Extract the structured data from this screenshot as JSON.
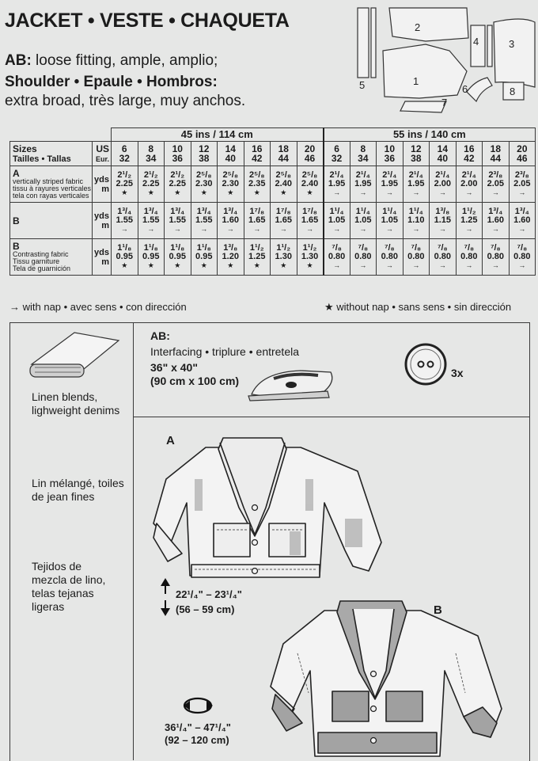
{
  "header": {
    "title": "JACKET • VESTE • CHAQUETA",
    "ab_label": "AB:",
    "ab_desc": " loose fitting, ample, amplio;",
    "shoulder_label": "Shoulder • Epaule • Hombros:",
    "shoulder_desc": "extra broad, très large, muy anchos."
  },
  "pattern_pieces": [
    "1",
    "2",
    "3",
    "4",
    "5",
    "6",
    "7",
    "8"
  ],
  "table": {
    "width_45": "45 ins / 114 cm",
    "width_55": "55 ins / 140 cm",
    "sizes_label": "Sizes",
    "sizes_label_fr_es": "Tailles • Tallas",
    "us_label": "US",
    "eur_label": "Eur.",
    "us_sizes": [
      "6",
      "8",
      "10",
      "12",
      "14",
      "16",
      "18",
      "20",
      "6",
      "8",
      "10",
      "12",
      "14",
      "16",
      "18",
      "20"
    ],
    "eur_sizes": [
      "32",
      "34",
      "36",
      "38",
      "40",
      "42",
      "44",
      "46",
      "32",
      "34",
      "36",
      "38",
      "40",
      "42",
      "44",
      "46"
    ],
    "yds_label": "yds",
    "m_label": "m",
    "rows": [
      {
        "view": "A",
        "desc_en": "vertically striped fabric",
        "desc_fr": "tissu à rayures verticales",
        "desc_es": "tela con rayas verticales",
        "yds": [
          "2¹/₂",
          "2¹/₂",
          "2¹/₂",
          "2⁵/₈",
          "2⁵/₈",
          "2⁵/₈",
          "2⁵/₈",
          "2⁵/₈",
          "2¹/₄",
          "2¹/₄",
          "2¹/₄",
          "2¹/₄",
          "2¹/₄",
          "2¹/₄",
          "2³/₈",
          "2³/₈"
        ],
        "m": [
          "2.25",
          "2.25",
          "2.25",
          "2.30",
          "2.30",
          "2.35",
          "2.40",
          "2.40",
          "1.95",
          "1.95",
          "1.95",
          "1.95",
          "2.00",
          "2.00",
          "2.05",
          "2.05"
        ],
        "marks": [
          "★",
          "★",
          "★",
          "★",
          "★",
          "★",
          "★",
          "★",
          "→",
          "→",
          "→",
          "→",
          "→",
          "→",
          "→",
          "→"
        ]
      },
      {
        "view": "B",
        "desc_en": "",
        "desc_fr": "",
        "desc_es": "",
        "yds": [
          "1³/₄",
          "1³/₄",
          "1³/₄",
          "1³/₄",
          "1³/₄",
          "1⁷/₈",
          "1⁷/₈",
          "1⁷/₈",
          "1¹/₄",
          "1¹/₄",
          "1¹/₄",
          "1¹/₄",
          "1³/₈",
          "1¹/₂",
          "1³/₄",
          "1³/₄"
        ],
        "m": [
          "1.55",
          "1.55",
          "1.55",
          "1.55",
          "1.60",
          "1.65",
          "1.65",
          "1.65",
          "1.05",
          "1.05",
          "1.05",
          "1.10",
          "1.15",
          "1.25",
          "1.60",
          "1.60"
        ],
        "marks": [
          "→",
          "→",
          "→",
          "→",
          "→",
          "→",
          "→",
          "→",
          "→",
          "→",
          "→",
          "→",
          "→",
          "→",
          "→",
          "→"
        ]
      },
      {
        "view": "B",
        "desc_en": "Contrasting fabric",
        "desc_fr": "Tissu garniture",
        "desc_es": "Tela de guarnición",
        "yds": [
          "1¹/₈",
          "1¹/₈",
          "1¹/₈",
          "1¹/₈",
          "1³/₈",
          "1¹/₂",
          "1¹/₂",
          "1¹/₂",
          "⁷/₈",
          "⁷/₈",
          "⁷/₈",
          "⁷/₈",
          "⁷/₈",
          "⁷/₈",
          "⁷/₈",
          "⁷/₈"
        ],
        "m": [
          "0.95",
          "0.95",
          "0.95",
          "0.95",
          "1.20",
          "1.25",
          "1.30",
          "1.30",
          "0.80",
          "0.80",
          "0.80",
          "0.80",
          "0.80",
          "0.80",
          "0.80",
          "0.80"
        ],
        "marks": [
          "★",
          "★",
          "★",
          "★",
          "★",
          "★",
          "★",
          "★",
          "→",
          "→",
          "→",
          "→",
          "→",
          "→",
          "→",
          "→"
        ]
      }
    ]
  },
  "legend": {
    "with_nap": "→ with nap • avec sens • con dirección",
    "without_nap": "★ without nap • sans sens • sin dirección"
  },
  "fabrics": {
    "en": "Linen blends, lighweight denims",
    "fr": "Lin mélangé, toiles de jean fines",
    "es": "Tejidos de mezcla de lino, telas tejanas ligeras"
  },
  "notions": {
    "label": "AB:",
    "interfacing": "Interfacing • triplure • entretela",
    "size_in": "36\" x 40\"",
    "size_cm": "(90 cm x 100 cm)",
    "button_qty": "3x"
  },
  "views": {
    "a_label": "A",
    "b_label": "B",
    "length_in": "22¹/₄\" – 23¹/₄\"",
    "length_cm": "(56 – 59 cm)",
    "bust_in": "36¹/₄\" – 47¹/₄\"",
    "bust_cm": "(92 – 120 cm)"
  }
}
